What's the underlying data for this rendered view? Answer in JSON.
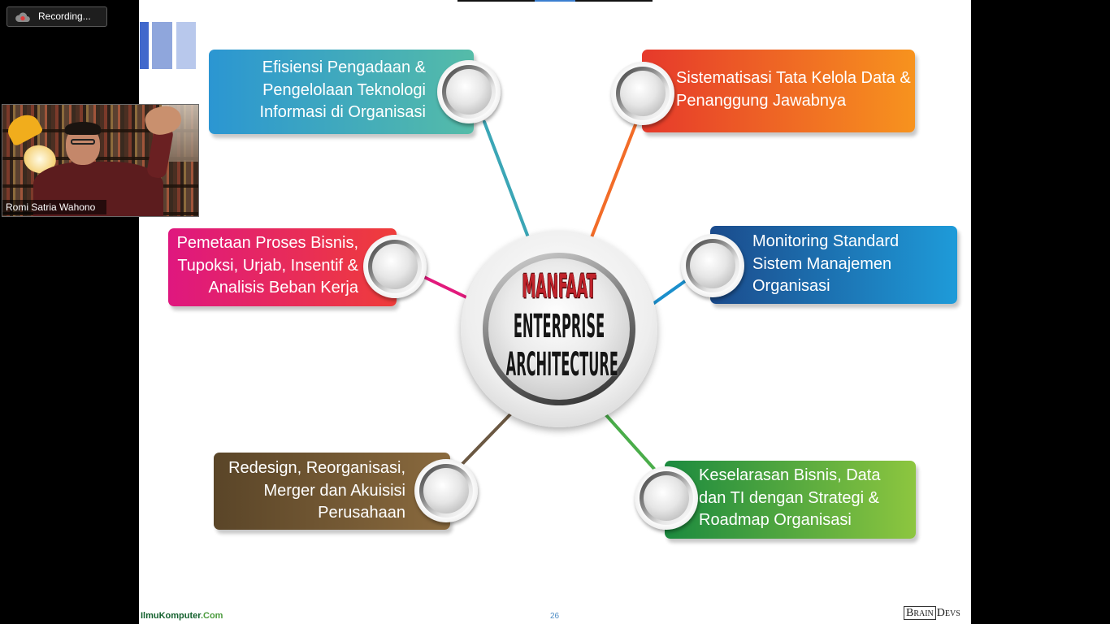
{
  "meeting": {
    "recording_label": "Recording...",
    "participant_name": "Romi Satria Wahono"
  },
  "icons": {
    "recording": "cloud-record-icon"
  },
  "slide": {
    "center_title": {
      "line1": "MANFAAT",
      "line2": "ENTERPRISE",
      "line3": "ARCHITECTURE"
    },
    "benefits": [
      {
        "lines": [
          "Efisiensi Pengadaan &",
          "Pengelolaan Teknologi",
          "Informasi di Organisasi"
        ],
        "gradient": {
          "start": "#2b96d2",
          "end": "#55bca8"
        },
        "line_color": "#3ba6b6"
      },
      {
        "lines": [
          "Sistematisasi Tata Kelola Data &",
          "Penanggung Jawabnya"
        ],
        "gradient": {
          "start": "#e6392b",
          "end": "#f7931e"
        },
        "line_color": "#f26c28"
      },
      {
        "lines": [
          "Pemetaan Proses Bisnis,",
          "Tupoksi, Urjab, Insentif &",
          "Analisis Beban Kerja"
        ],
        "gradient": {
          "start": "#df177f",
          "end": "#ef3d3a"
        },
        "line_color": "#e21a7c"
      },
      {
        "lines": [
          "Monitoring Standard",
          "Sistem Manajemen",
          "Organisasi"
        ],
        "gradient": {
          "start": "#1b4b8c",
          "end": "#1e9bd9"
        },
        "line_color": "#1b8fcc"
      },
      {
        "lines": [
          "Redesign, Reorganisasi,",
          "Merger dan Akuisisi",
          "Perusahaan"
        ],
        "gradient": {
          "start": "#5a4528",
          "end": "#8a6a3e"
        },
        "line_color": "#6b5842"
      },
      {
        "lines": [
          "Keselarasan Bisnis, Data",
          "dan TI dengan Strategi &",
          "Roadmap Organisasi"
        ],
        "gradient": {
          "start": "#1b8a3f",
          "end": "#8dc63f"
        },
        "line_color": "#4aad4a"
      }
    ],
    "footer": {
      "left_brand": "IlmuKomputer",
      "left_brand_suffix": ".Com",
      "page_number": "26",
      "right_brand_a": "Brain",
      "right_brand_b": "Devs"
    },
    "colors": {
      "title_accent": "#c0232b",
      "slide_background": "#ffffff"
    }
  }
}
